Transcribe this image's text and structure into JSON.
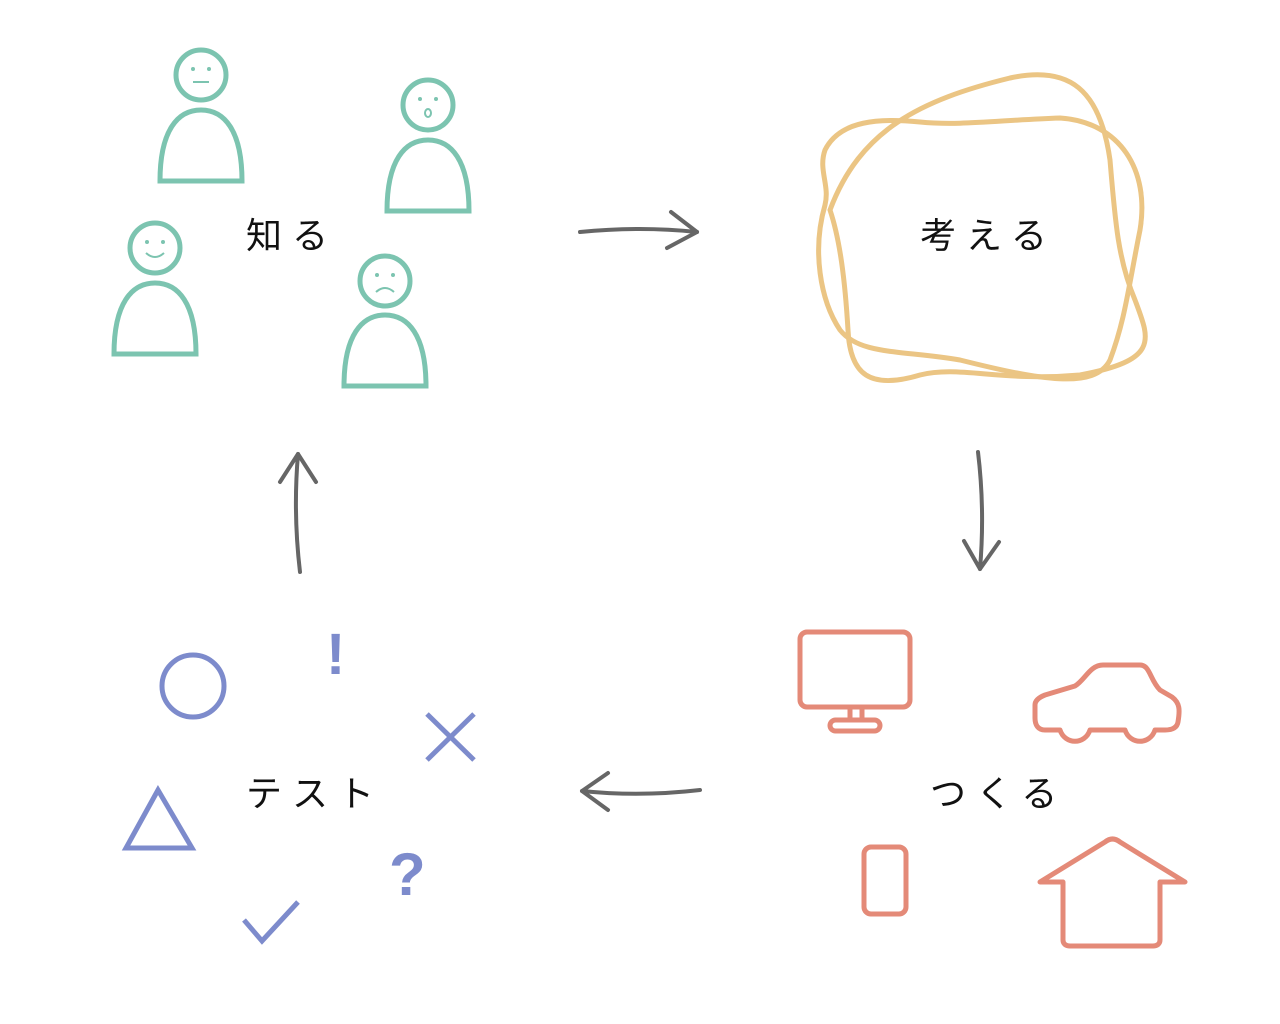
{
  "diagram": {
    "type": "cycle",
    "stages": [
      {
        "id": "know",
        "label": "知る",
        "color": "#7cc4b0",
        "icons": [
          "person-neutral-face-icon",
          "person-surprised-face-icon",
          "person-smile-face-icon",
          "person-frown-face-icon"
        ]
      },
      {
        "id": "think",
        "label": "考える",
        "color": "#ebc584",
        "icons": [
          "tangled-loop-icon"
        ]
      },
      {
        "id": "make",
        "label": "つくる",
        "color": "#e48a78",
        "icons": [
          "monitor-icon",
          "car-icon",
          "smartphone-icon",
          "house-icon"
        ]
      },
      {
        "id": "test",
        "label": "テスト",
        "color": "#7d8bcc",
        "icons": [
          "circle-icon",
          "exclamation-icon",
          "cross-icon",
          "triangle-icon",
          "question-icon",
          "check-icon"
        ]
      }
    ],
    "arrows": [
      {
        "from": "know",
        "to": "think",
        "direction": "right"
      },
      {
        "from": "think",
        "to": "make",
        "direction": "down"
      },
      {
        "from": "make",
        "to": "test",
        "direction": "left"
      },
      {
        "from": "test",
        "to": "know",
        "direction": "up"
      }
    ],
    "arrow_color": "#666666",
    "symbols": {
      "exclamation": "!",
      "question": "?"
    }
  }
}
